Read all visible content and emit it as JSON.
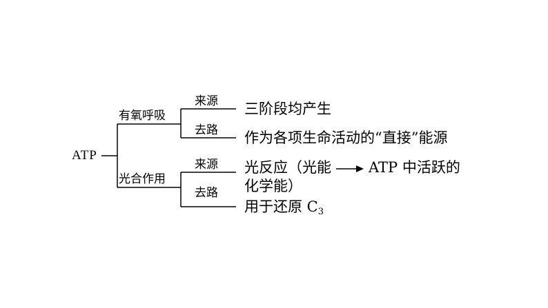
{
  "root": "ATP",
  "branches": [
    {
      "label": "有氧呼吸",
      "children": [
        {
          "label": "来源",
          "leaf": "三阶段均产生"
        },
        {
          "label": "去路",
          "leaf": "作为各项生命活动的“直接”能源"
        }
      ]
    },
    {
      "label": "光合作用",
      "children": [
        {
          "label": "来源",
          "leaf_line1_a": "光反应（光能",
          "leaf_line1_b": "ATP 中活跃的",
          "leaf_line2": "化学能）"
        },
        {
          "label": "去路",
          "leaf_main": "用于还原 C",
          "leaf_sub": "3"
        }
      ]
    }
  ]
}
